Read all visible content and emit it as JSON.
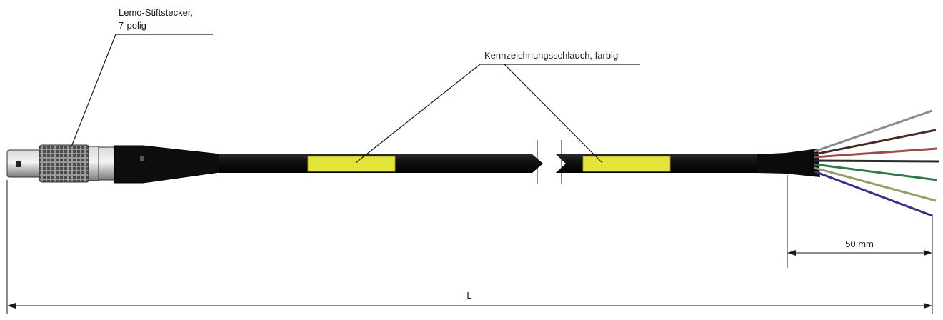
{
  "labels": {
    "connector_line1": "Lemo-Stiftstecker,",
    "connector_line2": "7-polig",
    "marker_sleeve": "Kennzeichnungsschlauch, farbig",
    "strip_length": "50 mm",
    "total_length": "L"
  },
  "colors": {
    "cable": "#0d0d0d",
    "marker_sleeve": "#e3e33a",
    "wires": [
      "#8a8a8a",
      "#4a2a22",
      "#a24848",
      "#2a2a2a",
      "#2f7a4a",
      "#9a9a6a",
      "#3a2f88"
    ]
  }
}
